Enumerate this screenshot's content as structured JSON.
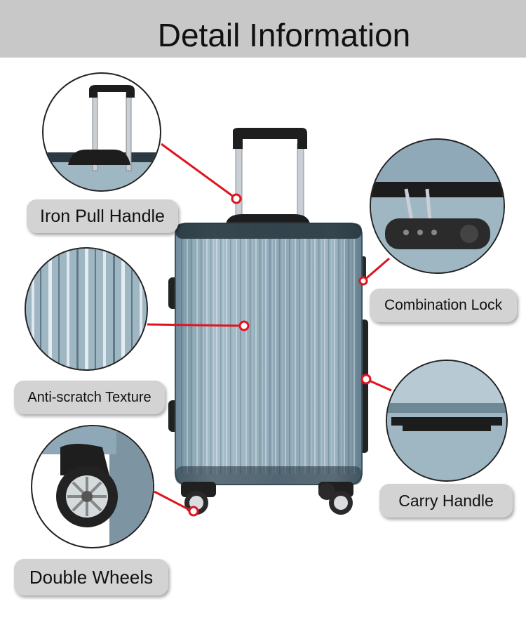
{
  "header": {
    "title": "Detail Information"
  },
  "features": {
    "pull_handle": "Iron Pull Handle",
    "combination_lock": "Combination Lock",
    "texture": "Anti-scratch Texture",
    "carry_handle": "Carry Handle",
    "wheels": "Double Wheels"
  },
  "colors": {
    "header_bg": "#c8c8c8",
    "label_bg": "#d3d3d3",
    "shell": "#8fa9b8",
    "pointer": "#e0141e"
  },
  "icons": [
    "suitcase-illustration",
    "pull-handle-detail",
    "lock-detail",
    "texture-detail",
    "carry-handle-detail",
    "wheel-detail"
  ]
}
